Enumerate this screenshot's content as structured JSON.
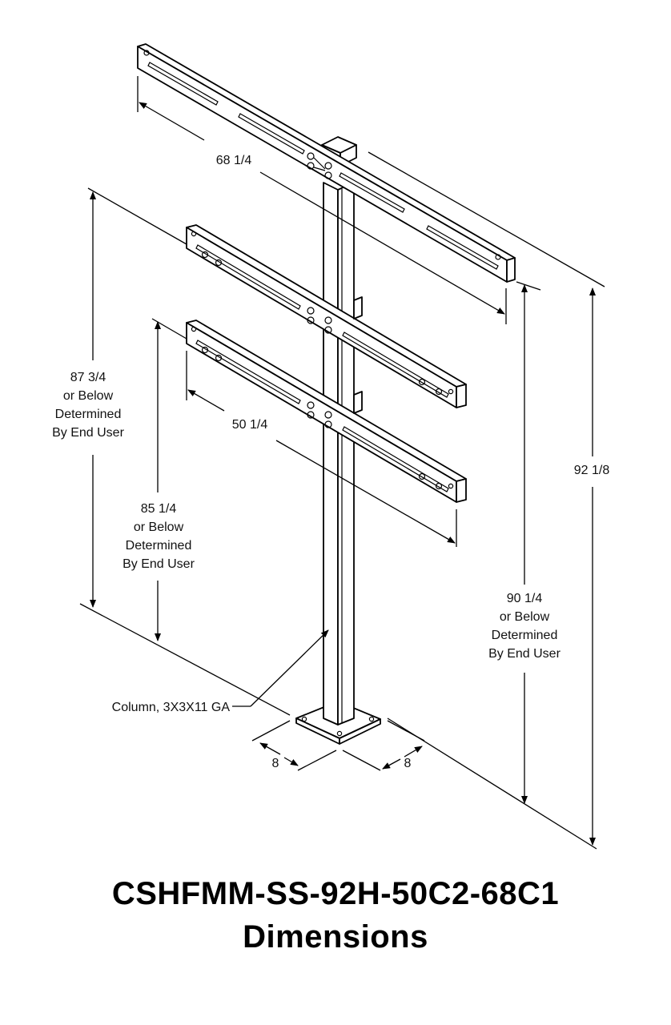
{
  "dimensions": {
    "top_arm_span": "68 1/4",
    "lower_arm_span": "50 1/4",
    "overall_height": "92 1/8",
    "upper_arm_height": [
      "87 3/4",
      "or Below",
      "Determined",
      "By End User"
    ],
    "lower_arm_height": [
      "85 1/4",
      "or Below",
      "Determined",
      "By End User"
    ],
    "top_arm_height": [
      "90 1/4",
      "or Below",
      "Determined",
      "By End User"
    ],
    "base_plate_left": "8",
    "base_plate_right": "8"
  },
  "callouts": {
    "column": "Column, 3X3X11 GA"
  },
  "title": {
    "line1": "CSHFMM-SS-92H-50C2-68C1",
    "line2": "Dimensions"
  }
}
